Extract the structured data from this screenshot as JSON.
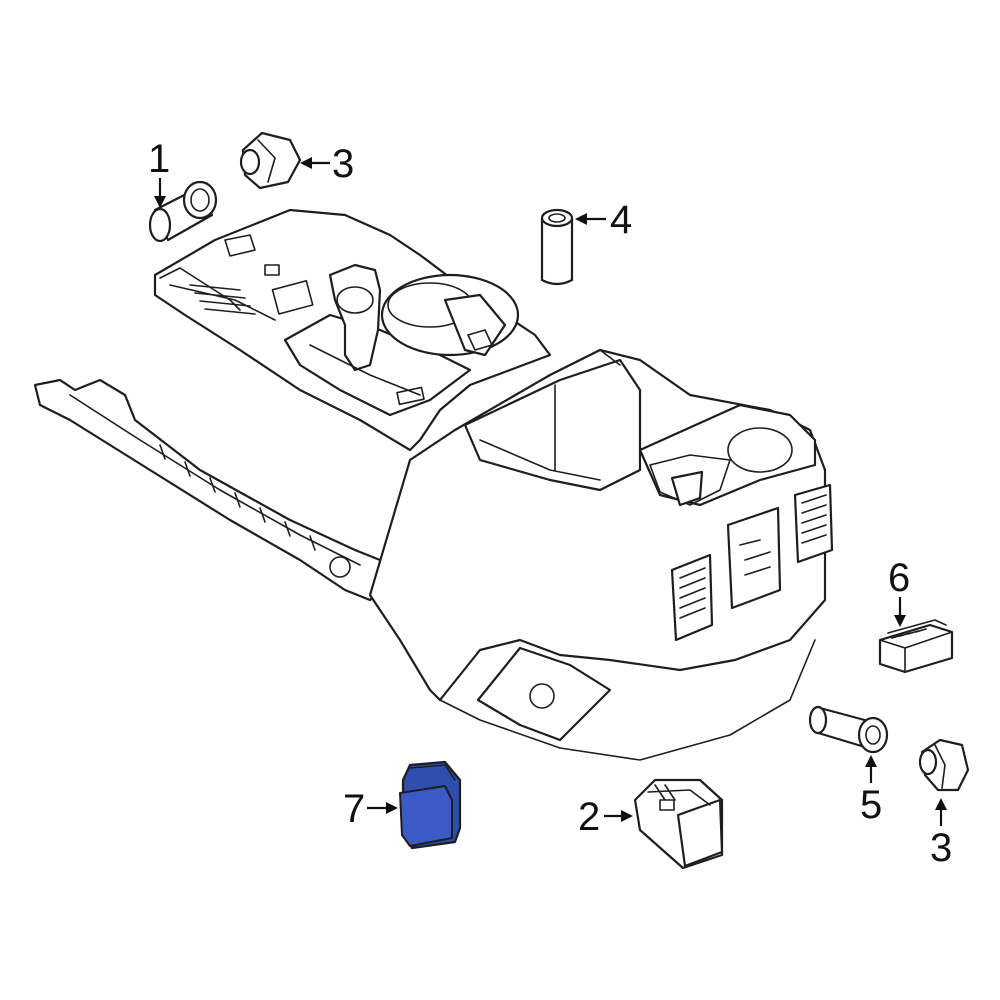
{
  "callouts": [
    {
      "id": "c1",
      "label": "1"
    },
    {
      "id": "c3a",
      "label": "3"
    },
    {
      "id": "c4",
      "label": "4"
    },
    {
      "id": "c6",
      "label": "6"
    },
    {
      "id": "c5",
      "label": "5"
    },
    {
      "id": "c3b",
      "label": "3"
    },
    {
      "id": "c7",
      "label": "7"
    },
    {
      "id": "c2",
      "label": "2"
    }
  ],
  "highlight_color": "#3a5bc7",
  "line_color": "#1e1e1e"
}
